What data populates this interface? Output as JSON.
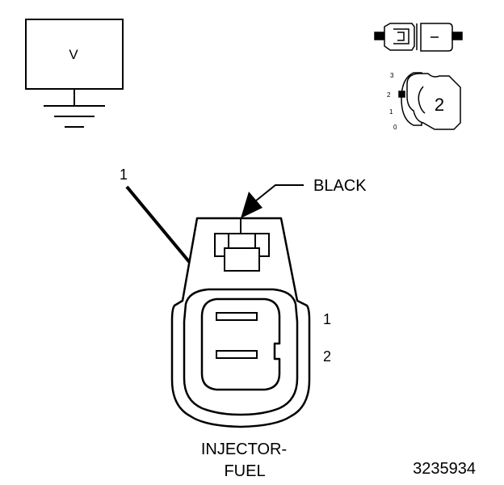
{
  "meter": {
    "symbol": "V"
  },
  "callout": {
    "pin_ref": "1",
    "color_label": "BLACK"
  },
  "pins": {
    "pin_1": "1",
    "pin_2": "2"
  },
  "connector": {
    "name_line1": "INJECTOR-",
    "name_line2": "FUEL"
  },
  "key_inset": {
    "positions": [
      "3",
      "2",
      "1",
      "0"
    ],
    "key_number": "2"
  },
  "figure_number": "3235934",
  "colors": {
    "ink": "#000000",
    "paper": "#ffffff"
  }
}
